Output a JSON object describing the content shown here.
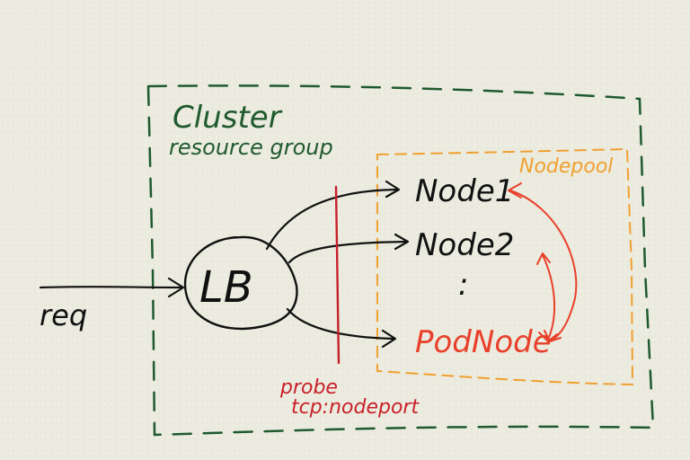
{
  "cluster": {
    "title": "Cluster",
    "subtitle": "resource group"
  },
  "nodepool": {
    "label": "Nodepool"
  },
  "request": {
    "label": "req"
  },
  "load_balancer": {
    "label": "LB"
  },
  "nodes": [
    {
      "label": "Node1"
    },
    {
      "label": "Node2"
    },
    {
      "label": ":"
    },
    {
      "label": "PodNode"
    }
  ],
  "probe": {
    "line1": "probe",
    "line2": "tcp:nodeport"
  },
  "colors": {
    "cluster": "#1f5a2e",
    "nodepool": "#f0a030",
    "ink": "#111111",
    "highlight": "#e8402a",
    "probe": "#c8202a"
  }
}
